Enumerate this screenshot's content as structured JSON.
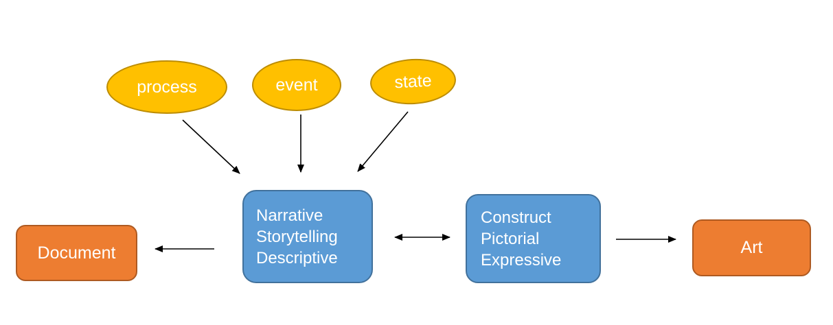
{
  "nodes": {
    "process": {
      "label": "process"
    },
    "event": {
      "label": "event"
    },
    "state": {
      "label": "state"
    },
    "narrative": {
      "lines": [
        "Narrative",
        "Storytelling",
        "Descriptive"
      ]
    },
    "construct": {
      "lines": [
        "Construct",
        "Pictorial",
        "Expressive"
      ]
    },
    "document": {
      "label": "Document"
    },
    "art": {
      "label": "Art"
    }
  },
  "edges": [
    {
      "from": "process",
      "to": "narrative",
      "direction": "one-way"
    },
    {
      "from": "event",
      "to": "narrative",
      "direction": "one-way"
    },
    {
      "from": "state",
      "to": "narrative",
      "direction": "one-way"
    },
    {
      "from": "narrative",
      "to": "document",
      "direction": "one-way"
    },
    {
      "from": "narrative",
      "to": "construct",
      "direction": "two-way"
    },
    {
      "from": "construct",
      "to": "art",
      "direction": "one-way"
    }
  ],
  "colors": {
    "ellipse_fill": "#FFC000",
    "ellipse_border": "#BC8C00",
    "process_box_fill": "#5B9BD5",
    "process_box_border": "#41719C",
    "terminal_fill": "#ED7D31",
    "terminal_border": "#AE5A21",
    "arrow": "#000000",
    "label_text": "#FFFFFF",
    "background": "#FFFFFF"
  }
}
